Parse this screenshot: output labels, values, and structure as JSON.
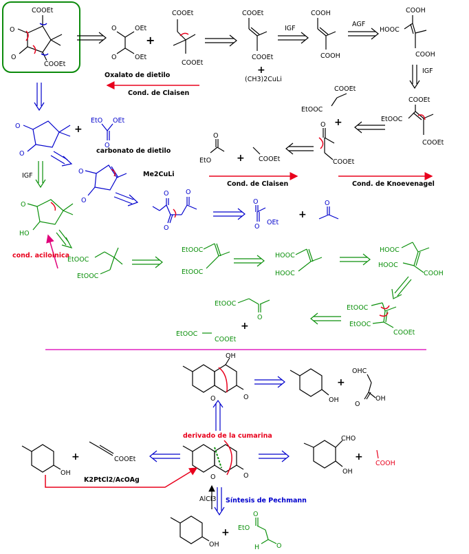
{
  "colors": {
    "black": "#000000",
    "blue": "#0000cc",
    "green": "#0a8f0a",
    "red": "#e8001c",
    "magenta": "#e0007a",
    "pink": "#ff3380",
    "box": "#0b8a0b"
  },
  "labels": {
    "cooet": "COOEt",
    "et": "Et",
    "oet": "OEt",
    "o": "O",
    "ho": "HO",
    "oh": "OH",
    "cooh": "COOH",
    "hooc": "HOOC",
    "etooc": "EtOOC",
    "eto": "EtO",
    "cho": "CHO",
    "ohc": "OHC",
    "h": "H",
    "plus": "+",
    "oxalato": "Oxalato de dietilo",
    "cuprate": "(CH3)2CuLi",
    "igf": "IGF",
    "agf": "AGF",
    "claisen": "Cond. de Claisen",
    "knoevenagel": "Cond. de Knoevenagel",
    "carbonato": "carbonato de dietilo",
    "me2culi": "Me2CuLi",
    "aciloinica": "cond. aciloinica",
    "cumarina": "derivado de la cumarina",
    "pechmann": "Síntesis de Pechmann",
    "k2ptcl2": "K2PtCl2/AcOAg",
    "alcl3": "AlCl3"
  }
}
